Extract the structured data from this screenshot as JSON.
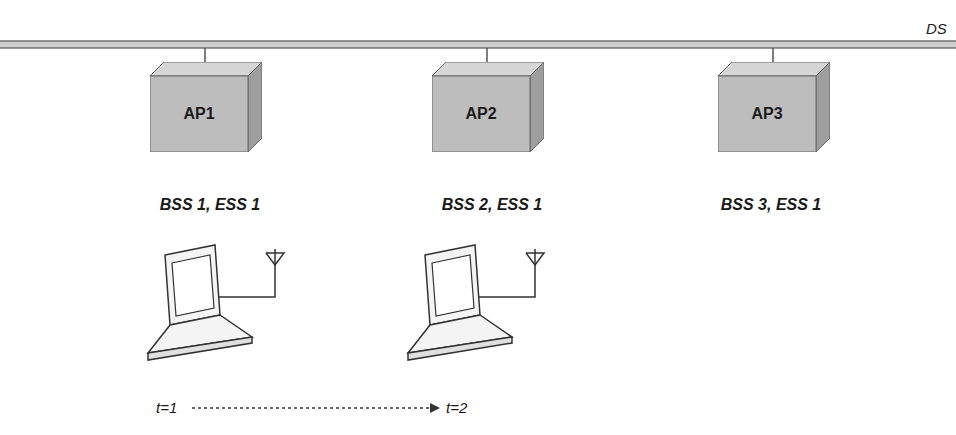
{
  "diagram": {
    "nodes": [
      {
        "text": [
          "AP1"
        ]
      },
      {
        "text": [
          "AP2"
        ]
      },
      {
        "text": [
          "AP3"
        ]
      },
      {
        "text": [
          "BSS 1, ESS 1"
        ]
      },
      {
        "text": [
          "BSS 2, ESS 1"
        ]
      },
      {
        "text": [
          "BSS 3, ESS 1"
        ]
      }
    ],
    "labels": [
      "DS",
      "t=1",
      "t=2"
    ]
  }
}
